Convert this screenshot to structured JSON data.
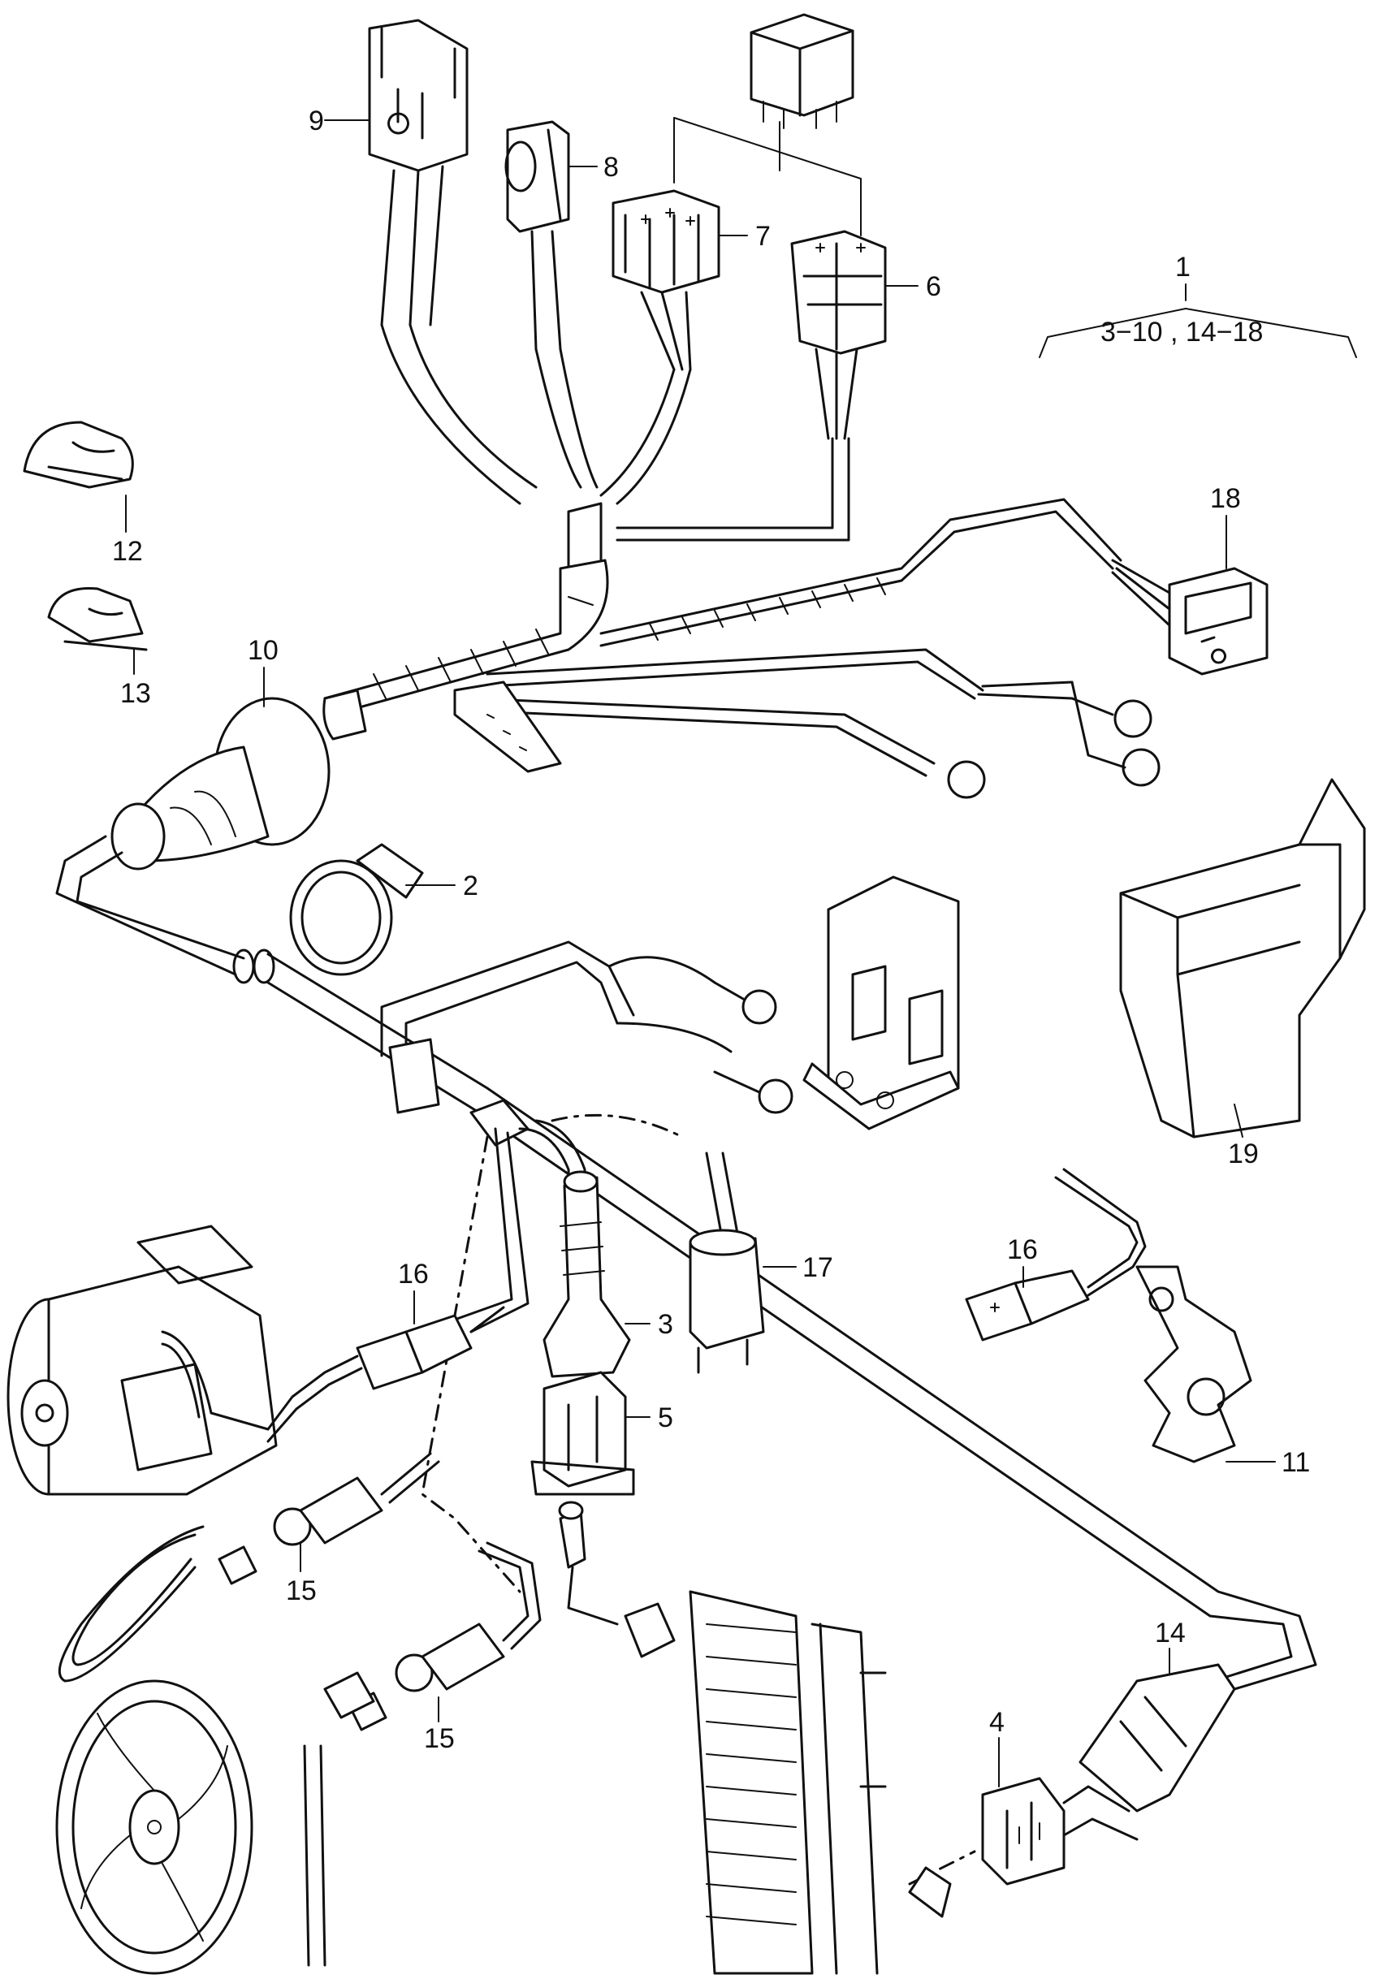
{
  "diagram": {
    "callouts": [
      {
        "id": "c1",
        "text": "1"
      },
      {
        "id": "c1range",
        "text": "3−10 , 14−18"
      },
      {
        "id": "c2",
        "text": "2"
      },
      {
        "id": "c3",
        "text": "3"
      },
      {
        "id": "c4",
        "text": "4"
      },
      {
        "id": "c5",
        "text": "5"
      },
      {
        "id": "c6",
        "text": "6"
      },
      {
        "id": "c7",
        "text": "7"
      },
      {
        "id": "c8",
        "text": "8"
      },
      {
        "id": "c9",
        "text": "9"
      },
      {
        "id": "c10",
        "text": "10"
      },
      {
        "id": "c11",
        "text": "11"
      },
      {
        "id": "c12",
        "text": "12"
      },
      {
        "id": "c13",
        "text": "13"
      },
      {
        "id": "c14",
        "text": "14"
      },
      {
        "id": "c15a",
        "text": "15"
      },
      {
        "id": "c15b",
        "text": "15"
      },
      {
        "id": "c16a",
        "text": "16"
      },
      {
        "id": "c16b",
        "text": "16"
      },
      {
        "id": "c17",
        "text": "17"
      },
      {
        "id": "c18",
        "text": "18"
      },
      {
        "id": "c19",
        "text": "19"
      }
    ]
  }
}
